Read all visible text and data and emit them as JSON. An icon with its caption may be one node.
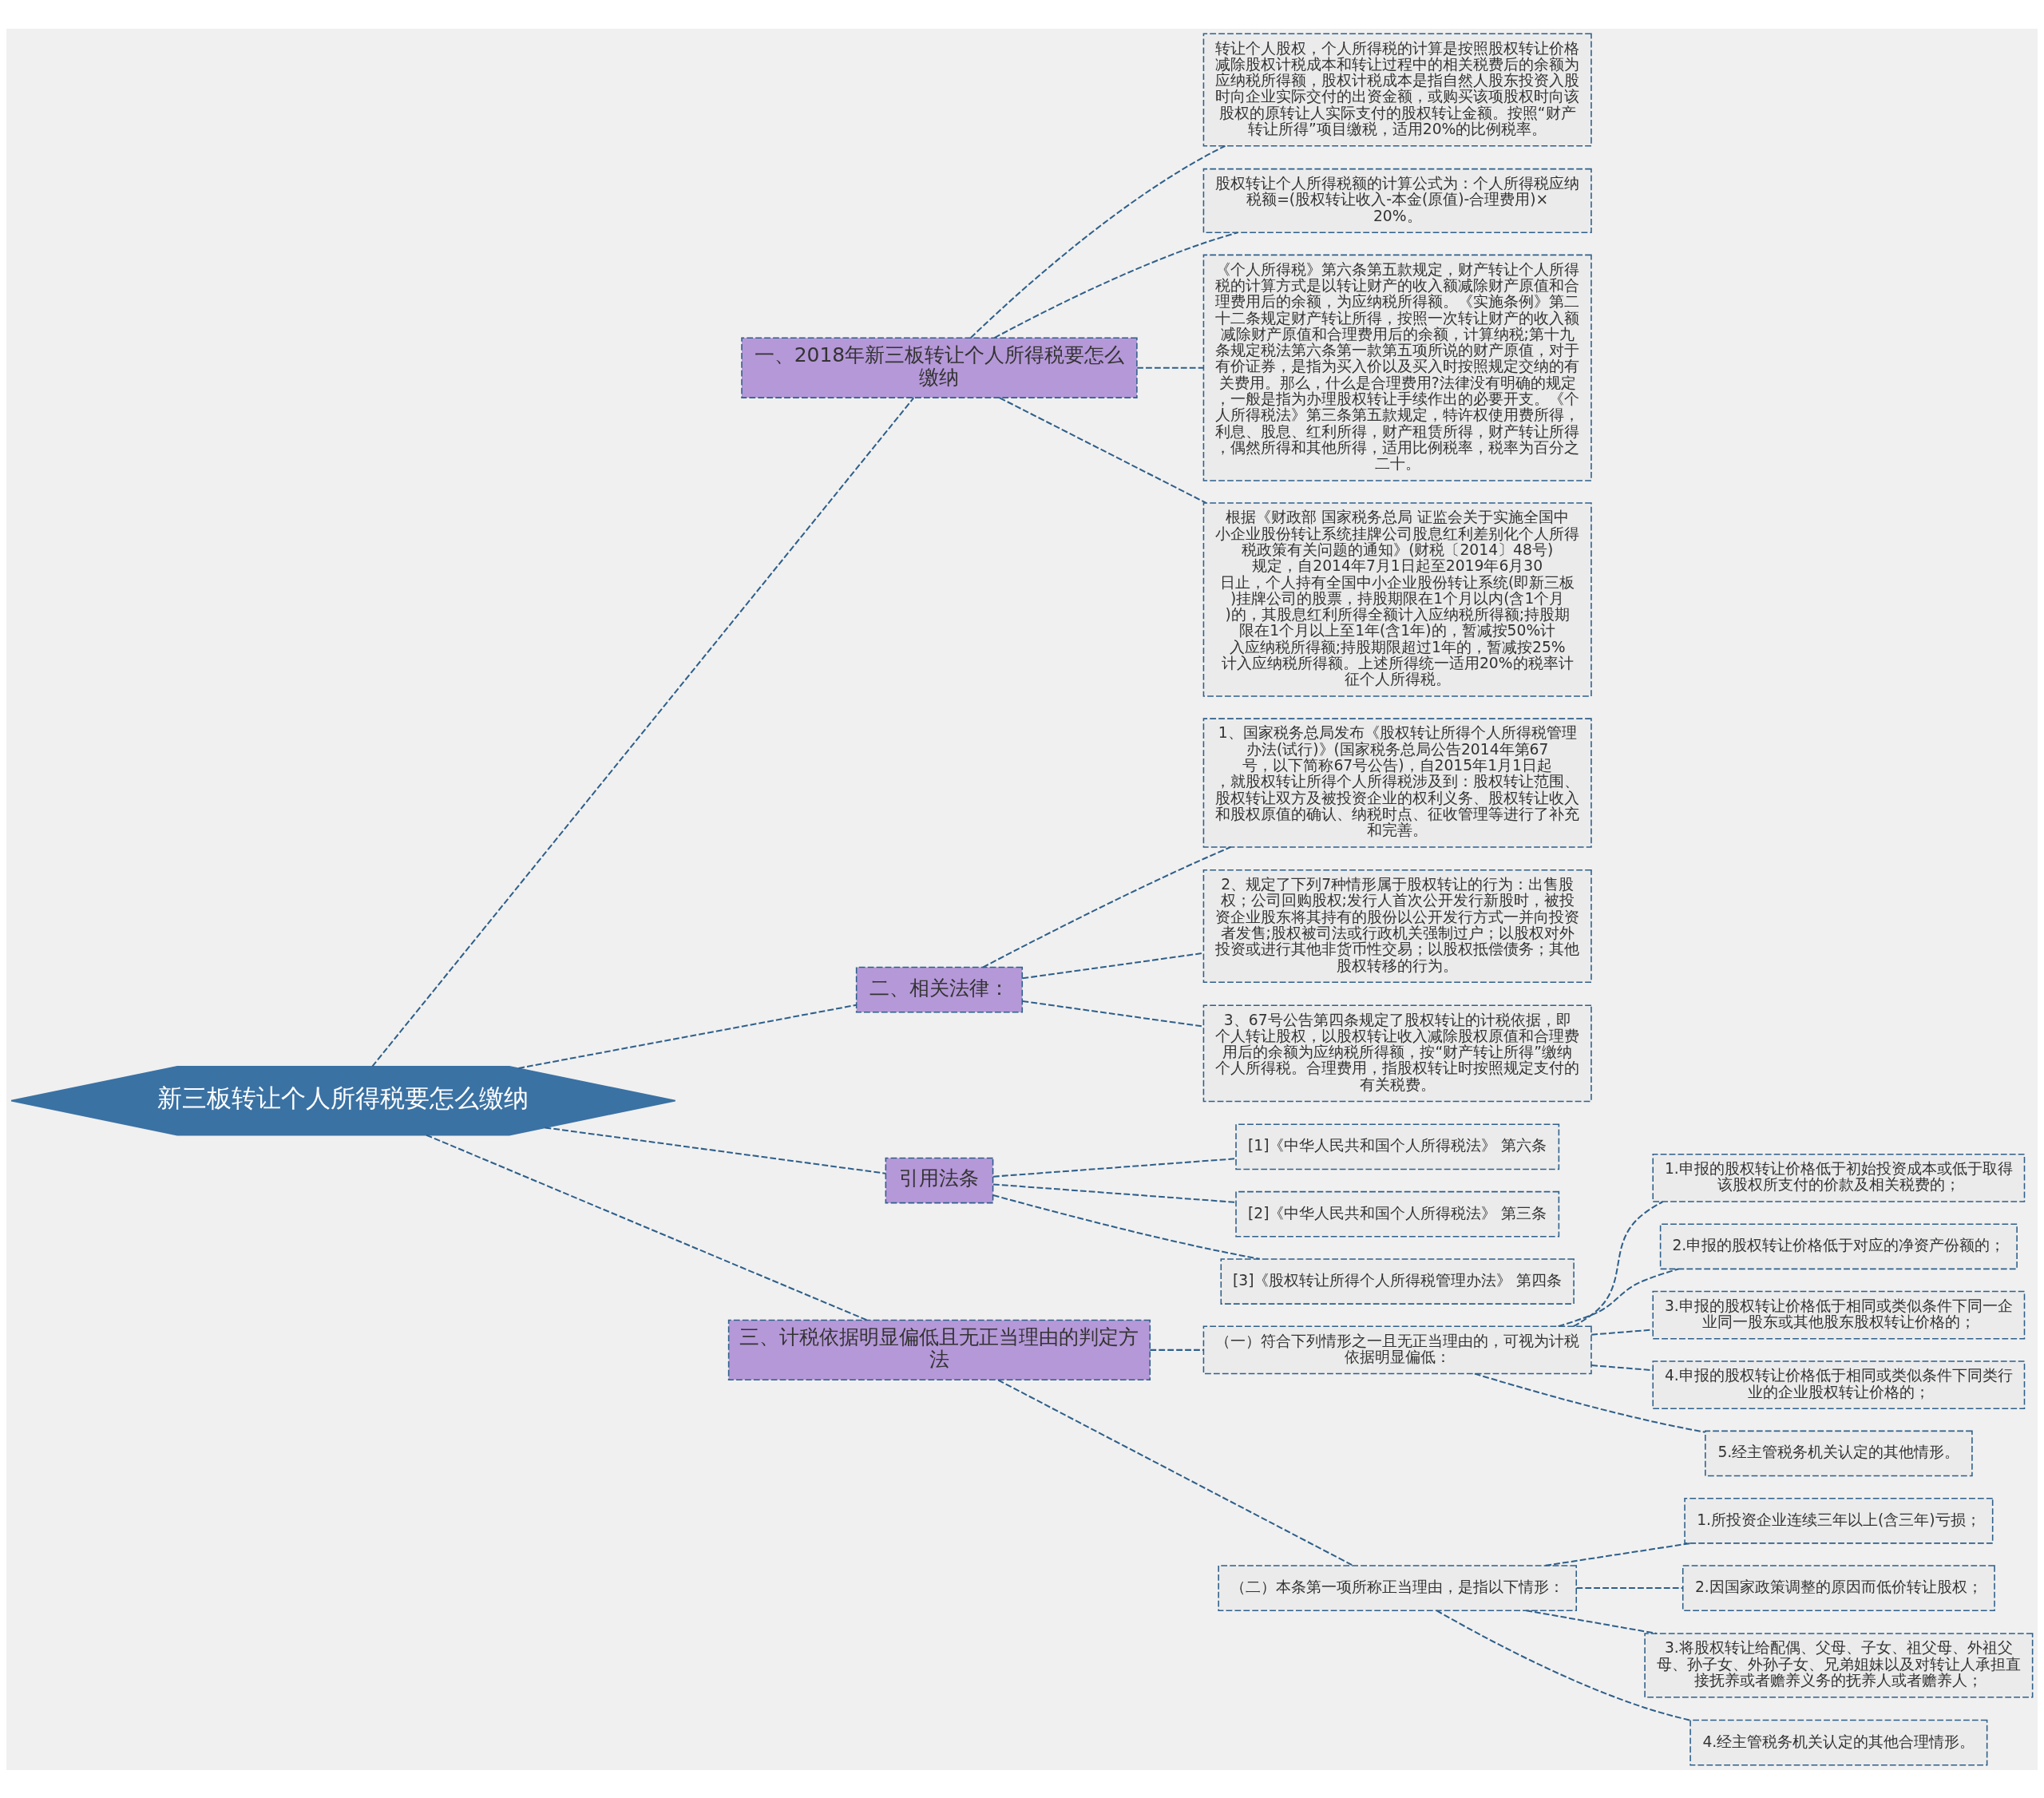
{
  "diagram": {
    "nodes": [
      {
        "text": [
          "新三板转让个人所得税要怎么缴纳"
        ]
      },
      {
        "text": [
          "一、2018年新三板转让个人所得税要怎么缴纳"
        ]
      },
      {
        "text": [
          "转让个人股权，个人所得税的计算是按照股权转让价格减除股权计税成本和转让过程中的相关税费后的余额为应纳税所得额，股权计税成本是指自然人股东投资入股时向企业实际交付的出资金额，或购买该项股权时向该股权的原转让人实际支付的股权转让金额。按照“财产转让所得”项目缴税，适用20%的比例税率。"
        ]
      },
      {
        "text": [
          "股权转让个人所得税额的计算公式为：个人所得税应纳税额=(股权转让收入-本金(原值)-合理费用)×20%。"
        ]
      },
      {
        "text": [
          "《个人所得税》第六条第五款规定，财产转让个人所得税的计算方式是以转让财产的收入额减除财产原值和合理费用后的余额，为应纳税所得额。《实施条例》第二十二条规定财产转让所得，按照一次转让财产的收入额减除财产原值和合理费用后的余额，计算纳税;第十九条规定税法第六条第一款第五项所说的财产原值，对于有价证券，是指为买入价以及买入时按照规定交纳的有关费用。那么，什么是合理费用?法律没有明确的规定，一般是指为办理股权转让手续作出的必要开支。《个人所得税法》第三条第五款规定，特许权使用费所得，利息、股息、红利所得，财产租赁所得，财产转让所得，偶然所得和其他所得，适用比例税率，税率为百分之二十。"
        ]
      },
      {
        "text": [
          "根据《财政部 国家税务总局 证监会关于实施全国中小企业股份转让系统挂牌公司股息红利差别化个人所得税政策有关问题的通知》(财税〔2014〕48号)规定，自2014年7月1日起至2019年6月30日止，个人持有全国中小企业股份转让系统(即新三板)挂牌公司的股票，持股期限在1个月以内(含1个月)的，其股息红利所得全额计入应纳税所得额;持股期限在1个月以上至1年(含1年)的，暂减按50%计入应纳税所得额;持股期限超过1年的，暂减按25%计入应纳税所得额。上述所得统一适用20%的税率计征个人所得税。"
        ]
      },
      {
        "text": [
          "二、相关法律："
        ]
      },
      {
        "text": [
          "1、国家税务总局发布《股权转让所得个人所得税管理办法(试行)》(国家税务总局公告2014年第67号，以下简称67号公告)，自2015年1月1日起，就股权转让所得个人所得税涉及到：股权转让范围、股权转让双方及被投资企业的权利义务、股权转让收入和股权原值的确认、纳税时点、征收管理等进行了补充和完善。"
        ]
      },
      {
        "text": [
          "2、规定了下列7种情形属于股权转让的行为：出售股权；公司回购股权;发行人首次公开发行新股时，被投资企业股东将其持有的股份以公开发行方式一并向投资者发售;股权被司法或行政机关强制过户；以股权对外投资或进行其他非货币性交易；以股权抵偿债务；其他股权转移的行为。"
        ]
      },
      {
        "text": [
          "3、67号公告第四条规定了股权转让的计税依据，即个人转让股权，以股权转让收入减除股权原值和合理费用后的余额为应纳税所得额，按“财产转让所得”缴纳个人所得税。合理费用，指股权转让时按照规定支付的有关税费。"
        ]
      },
      {
        "text": [
          "引用法条"
        ]
      },
      {
        "text": [
          "[1]《中华人民共和国个人所得税法》 第六条"
        ]
      },
      {
        "text": [
          "[2]《中华人民共和国个人所得税法》 第三条"
        ]
      },
      {
        "text": [
          "[3]《股权转让所得个人所得税管理办法》 第四条"
        ]
      },
      {
        "text": [
          "三、计税依据明显偏低且无正当理由的判定方法"
        ]
      },
      {
        "text": [
          "（一）符合下列情形之一且无正当理由的，可视为计税依据明显偏低："
        ]
      },
      {
        "text": [
          "1.申报的股权转让价格低于初始投资成本或低于取得该股权所支付的价款及相关税费的；"
        ]
      },
      {
        "text": [
          "2.申报的股权转让价格低于对应的净资产份额的；"
        ]
      },
      {
        "text": [
          "3.申报的股权转让价格低于相同或类似条件下同一企业同一股东或其他股东股权转让价格的；"
        ]
      },
      {
        "text": [
          "4.申报的股权转让价格低于相同或类似条件下同类行业的企业股权转让价格的；"
        ]
      },
      {
        "text": [
          "5.经主管税务机关认定的其他情形。"
        ]
      },
      {
        "text": [
          "（二）本条第一项所称正当理由，是指以下情形："
        ]
      },
      {
        "text": [
          "1.所投资企业连续三年以上(含三年)亏损；"
        ]
      },
      {
        "text": [
          "2.因国家政策调整的原因而低价转让股权；"
        ]
      },
      {
        "text": [
          "3.将股权转让给配偶、父母、子女、祖父母、外祖父母、孙子女、外孙子女、兄弟姐妹以及对转让人承担直接抚养或者赡养义务的抚养人或者赡养人；"
        ]
      },
      {
        "text": [
          "4.经主管税务机关认定的其他合理情形。"
        ]
      }
    ],
    "edges": [
      {
        "from": 0,
        "to": 1,
        "arrow": "none"
      },
      {
        "from": 1,
        "to": 2,
        "arrow": "none"
      },
      {
        "from": 1,
        "to": 3,
        "arrow": "none"
      },
      {
        "from": 1,
        "to": 4,
        "arrow": "none"
      },
      {
        "from": 1,
        "to": 5,
        "arrow": "none"
      },
      {
        "from": 0,
        "to": 6,
        "arrow": "none"
      },
      {
        "from": 6,
        "to": 7,
        "arrow": "none"
      },
      {
        "from": 6,
        "to": 8,
        "arrow": "none"
      },
      {
        "from": 6,
        "to": 9,
        "arrow": "none"
      },
      {
        "from": 0,
        "to": 10,
        "arrow": "none"
      },
      {
        "from": 10,
        "to": 11,
        "arrow": "none"
      },
      {
        "from": 10,
        "to": 12,
        "arrow": "none"
      },
      {
        "from": 10,
        "to": 13,
        "arrow": "none"
      },
      {
        "from": 0,
        "to": 14,
        "arrow": "none"
      },
      {
        "from": 14,
        "to": 15,
        "arrow": "none"
      },
      {
        "from": 15,
        "to": 16,
        "arrow": "none"
      },
      {
        "from": 15,
        "to": 17,
        "arrow": "none"
      },
      {
        "from": 15,
        "to": 18,
        "arrow": "none"
      },
      {
        "from": 15,
        "to": 19,
        "arrow": "none"
      },
      {
        "from": 15,
        "to": 20,
        "arrow": "none"
      },
      {
        "from": 14,
        "to": 21,
        "arrow": "none"
      },
      {
        "from": 21,
        "to": 22,
        "arrow": "none"
      },
      {
        "from": 21,
        "to": 23,
        "arrow": "none"
      },
      {
        "from": 21,
        "to": 24,
        "arrow": "none"
      },
      {
        "from": 21,
        "to": 25,
        "arrow": "none"
      }
    ]
  }
}
